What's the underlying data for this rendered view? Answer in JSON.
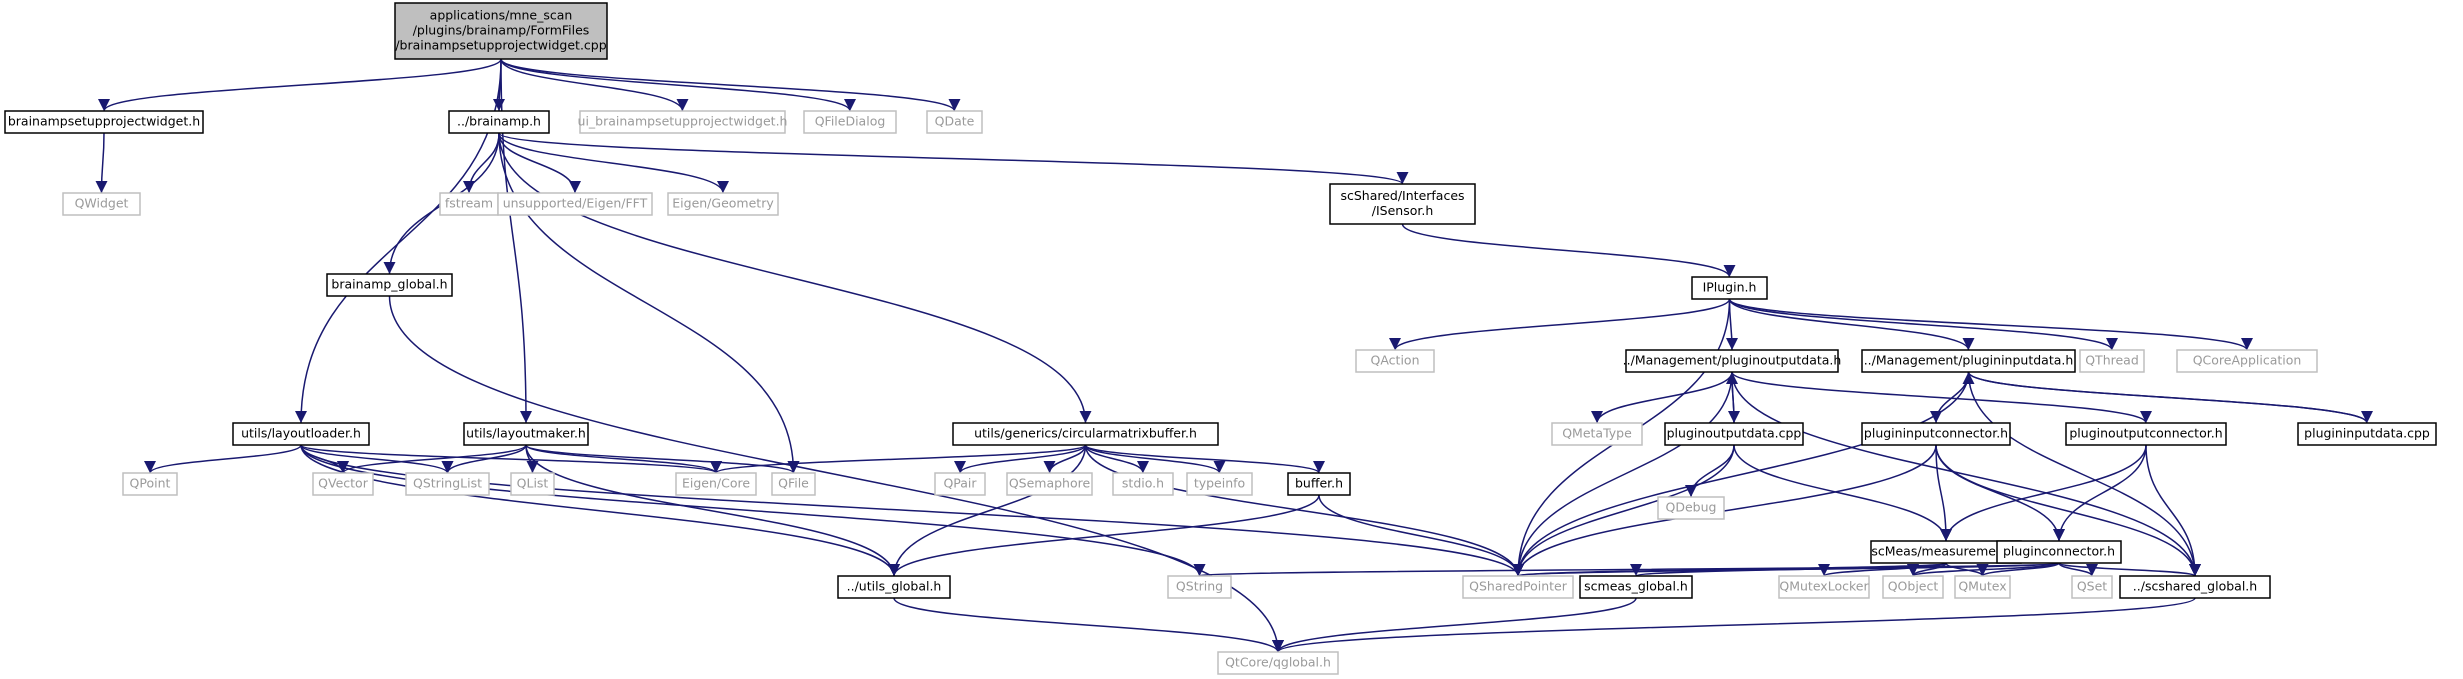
{
  "colors": {
    "edge": "#191970",
    "node_border": "#000000",
    "ghost_border": "#bfbfbf",
    "ghost_text": "#9a9a9a",
    "text": "#000000",
    "root_fill": "#bfbfbf",
    "node_fill": "#ffffff"
  },
  "nodes": [
    {
      "id": "root",
      "kind": "root",
      "lines": [
        "applications/mne_scan",
        "/plugins/brainamp/FormFiles",
        "/brainampsetupprojectwidget.cpp"
      ]
    },
    {
      "id": "bspw_h",
      "kind": "solid",
      "lines": [
        "brainampsetupprojectwidget.h"
      ]
    },
    {
      "id": "brainamp_h",
      "kind": "solid",
      "lines": [
        "../brainamp.h"
      ]
    },
    {
      "id": "ui_bspw",
      "kind": "ghost",
      "lines": [
        "ui_brainampsetupprojectwidget.h"
      ]
    },
    {
      "id": "qfiledialog",
      "kind": "ghost",
      "lines": [
        "QFileDialog"
      ]
    },
    {
      "id": "qdate",
      "kind": "ghost",
      "lines": [
        "QDate"
      ]
    },
    {
      "id": "qwidget",
      "kind": "ghost",
      "lines": [
        "QWidget"
      ]
    },
    {
      "id": "fstream",
      "kind": "ghost",
      "lines": [
        "fstream"
      ]
    },
    {
      "id": "eigen_fft",
      "kind": "ghost",
      "lines": [
        "unsupported/Eigen/FFT"
      ]
    },
    {
      "id": "eigen_geom",
      "kind": "ghost",
      "lines": [
        "Eigen/Geometry"
      ]
    },
    {
      "id": "isensor",
      "kind": "solid",
      "lines": [
        "scShared/Interfaces",
        "/ISensor.h"
      ]
    },
    {
      "id": "brainamp_global",
      "kind": "solid",
      "lines": [
        "brainamp_global.h"
      ]
    },
    {
      "id": "iplugin",
      "kind": "solid",
      "lines": [
        "IPlugin.h"
      ]
    },
    {
      "id": "qaction",
      "kind": "ghost",
      "lines": [
        "QAction"
      ]
    },
    {
      "id": "pod_h",
      "kind": "solid",
      "lines": [
        "../Management/pluginoutputdata.h"
      ]
    },
    {
      "id": "pid_h",
      "kind": "solid",
      "lines": [
        "../Management/plugininputdata.h"
      ]
    },
    {
      "id": "qthread",
      "kind": "ghost",
      "lines": [
        "QThread"
      ]
    },
    {
      "id": "qcoreapp",
      "kind": "ghost",
      "lines": [
        "QCoreApplication"
      ]
    },
    {
      "id": "layoutloader",
      "kind": "solid",
      "lines": [
        "utils/layoutloader.h"
      ]
    },
    {
      "id": "layoutmaker",
      "kind": "solid",
      "lines": [
        "utils/layoutmaker.h"
      ]
    },
    {
      "id": "cmb",
      "kind": "solid",
      "lines": [
        "utils/generics/circularmatrixbuffer.h"
      ]
    },
    {
      "id": "qmetatype",
      "kind": "ghost",
      "lines": [
        "QMetaType"
      ]
    },
    {
      "id": "pod_cpp",
      "kind": "solid",
      "lines": [
        "pluginoutputdata.cpp"
      ]
    },
    {
      "id": "pic_h",
      "kind": "solid",
      "lines": [
        "plugininputconnector.h"
      ]
    },
    {
      "id": "poc_h",
      "kind": "solid",
      "lines": [
        "pluginoutputconnector.h"
      ]
    },
    {
      "id": "pid_cpp",
      "kind": "solid",
      "lines": [
        "plugininputdata.cpp"
      ]
    },
    {
      "id": "qpoint",
      "kind": "ghost",
      "lines": [
        "QPoint"
      ]
    },
    {
      "id": "qvector",
      "kind": "ghost",
      "lines": [
        "QVector"
      ]
    },
    {
      "id": "qstringlist",
      "kind": "ghost",
      "lines": [
        "QStringList"
      ]
    },
    {
      "id": "qlist",
      "kind": "ghost",
      "lines": [
        "QList"
      ]
    },
    {
      "id": "eigen_core",
      "kind": "ghost",
      "lines": [
        "Eigen/Core"
      ]
    },
    {
      "id": "qfile",
      "kind": "ghost",
      "lines": [
        "QFile"
      ]
    },
    {
      "id": "qpair",
      "kind": "ghost",
      "lines": [
        "QPair"
      ]
    },
    {
      "id": "qsemaphore",
      "kind": "ghost",
      "lines": [
        "QSemaphore"
      ]
    },
    {
      "id": "stdio",
      "kind": "ghost",
      "lines": [
        "stdio.h"
      ]
    },
    {
      "id": "typeinfo",
      "kind": "ghost",
      "lines": [
        "typeinfo"
      ]
    },
    {
      "id": "buffer_h",
      "kind": "solid",
      "lines": [
        "buffer.h"
      ]
    },
    {
      "id": "qdebug",
      "kind": "ghost",
      "lines": [
        "QDebug"
      ]
    },
    {
      "id": "measurement",
      "kind": "solid",
      "lines": [
        "scMeas/measurement.h"
      ]
    },
    {
      "id": "pconn",
      "kind": "solid",
      "lines": [
        "pluginconnector.h"
      ]
    },
    {
      "id": "utils_global",
      "kind": "solid",
      "lines": [
        "../utils_global.h"
      ]
    },
    {
      "id": "qstring",
      "kind": "ghost",
      "lines": [
        "QString"
      ]
    },
    {
      "id": "qshared",
      "kind": "ghost",
      "lines": [
        "QSharedPointer"
      ]
    },
    {
      "id": "scmeas_global",
      "kind": "solid",
      "lines": [
        "scmeas_global.h"
      ]
    },
    {
      "id": "qmutexlocker",
      "kind": "ghost",
      "lines": [
        "QMutexLocker"
      ]
    },
    {
      "id": "qobject",
      "kind": "ghost",
      "lines": [
        "QObject"
      ]
    },
    {
      "id": "qmutex",
      "kind": "ghost",
      "lines": [
        "QMutex"
      ]
    },
    {
      "id": "qset",
      "kind": "ghost",
      "lines": [
        "QSet"
      ]
    },
    {
      "id": "scshared_global",
      "kind": "solid",
      "lines": [
        "../scshared_global.h"
      ]
    },
    {
      "id": "qglobal",
      "kind": "ghost",
      "lines": [
        "QtCore/qglobal.h"
      ]
    }
  ],
  "edges": [
    [
      "root",
      "bspw_h"
    ],
    [
      "root",
      "brainamp_h"
    ],
    [
      "root",
      "ui_bspw"
    ],
    [
      "root",
      "qfiledialog"
    ],
    [
      "root",
      "qdate"
    ],
    [
      "root",
      "layoutloader"
    ],
    [
      "root",
      "layoutmaker"
    ],
    [
      "bspw_h",
      "qwidget"
    ],
    [
      "brainamp_h",
      "fstream"
    ],
    [
      "brainamp_h",
      "eigen_fft"
    ],
    [
      "brainamp_h",
      "eigen_geom"
    ],
    [
      "brainamp_h",
      "isensor"
    ],
    [
      "brainamp_h",
      "brainamp_global"
    ],
    [
      "brainamp_h",
      "cmb"
    ],
    [
      "brainamp_h",
      "qfile"
    ],
    [
      "isensor",
      "iplugin"
    ],
    [
      "brainamp_global",
      "qglobal"
    ],
    [
      "iplugin",
      "qaction"
    ],
    [
      "iplugin",
      "pod_h"
    ],
    [
      "iplugin",
      "pid_h"
    ],
    [
      "iplugin",
      "qthread"
    ],
    [
      "iplugin",
      "qcoreapp"
    ],
    [
      "iplugin",
      "qshared"
    ],
    [
      "pod_h",
      "qmetatype"
    ],
    [
      "pod_h",
      "pod_cpp"
    ],
    [
      "pod_h",
      "poc_h"
    ],
    [
      "pod_h",
      "qshared"
    ],
    [
      "pod_h",
      "scshared_global"
    ],
    [
      "pod_cpp",
      "pod_h"
    ],
    [
      "pod_cpp",
      "qdebug"
    ],
    [
      "pod_cpp",
      "measurement"
    ],
    [
      "pod_cpp",
      "qshared"
    ],
    [
      "pid_h",
      "pic_h"
    ],
    [
      "pid_h",
      "pid_cpp"
    ],
    [
      "pid_h",
      "qshared"
    ],
    [
      "pid_h",
      "scshared_global"
    ],
    [
      "pid_cpp",
      "pid_h"
    ],
    [
      "pic_h",
      "measurement"
    ],
    [
      "pic_h",
      "pconn"
    ],
    [
      "pic_h",
      "qshared"
    ],
    [
      "pic_h",
      "scshared_global"
    ],
    [
      "poc_h",
      "measurement"
    ],
    [
      "poc_h",
      "pconn"
    ],
    [
      "poc_h",
      "scshared_global"
    ],
    [
      "pconn",
      "qstring"
    ],
    [
      "pconn",
      "qshared"
    ],
    [
      "pconn",
      "qobject"
    ],
    [
      "pconn",
      "qmutex"
    ],
    [
      "pconn",
      "qset"
    ],
    [
      "pconn",
      "scshared_global"
    ],
    [
      "measurement",
      "qshared"
    ],
    [
      "measurement",
      "scmeas_global"
    ],
    [
      "measurement",
      "qmutexlocker"
    ],
    [
      "measurement",
      "qobject"
    ],
    [
      "measurement",
      "qmutex"
    ],
    [
      "scmeas_global",
      "qglobal"
    ],
    [
      "scshared_global",
      "qglobal"
    ],
    [
      "layoutloader",
      "qpoint"
    ],
    [
      "layoutloader",
      "qvector"
    ],
    [
      "layoutloader",
      "qstringlist"
    ],
    [
      "layoutloader",
      "eigen_core"
    ],
    [
      "layoutloader",
      "utils_global"
    ],
    [
      "layoutloader",
      "qstring"
    ],
    [
      "layoutloader",
      "qshared"
    ],
    [
      "layoutmaker",
      "qvector"
    ],
    [
      "layoutmaker",
      "qstringlist"
    ],
    [
      "layoutmaker",
      "qlist"
    ],
    [
      "layoutmaker",
      "eigen_core"
    ],
    [
      "layoutmaker",
      "qfile"
    ],
    [
      "layoutmaker",
      "utils_global"
    ],
    [
      "cmb",
      "eigen_core"
    ],
    [
      "cmb",
      "qpair"
    ],
    [
      "cmb",
      "qsemaphore"
    ],
    [
      "cmb",
      "stdio"
    ],
    [
      "cmb",
      "typeinfo"
    ],
    [
      "cmb",
      "buffer_h"
    ],
    [
      "cmb",
      "qshared"
    ],
    [
      "cmb",
      "utils_global"
    ],
    [
      "buffer_h",
      "utils_global"
    ],
    [
      "buffer_h",
      "qshared"
    ],
    [
      "utils_global",
      "qglobal"
    ]
  ]
}
